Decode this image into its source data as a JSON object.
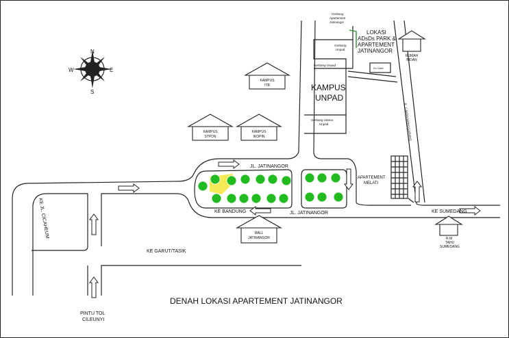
{
  "map": {
    "title": "DENAH LOKASI APARTEMENT JATINANGOR",
    "compass": {
      "north": "N",
      "south": "S",
      "east": "E",
      "west": "W"
    },
    "roads": {
      "jl_jatinangor_top": "JL. JATINANGOR",
      "jl_jatinangor_bottom": "JL. JATINANGOR",
      "ke_bandung": "KE BANDUNG",
      "ke_sumedang": "KE SUMEDANG",
      "ke_garut_tasik": "KE GARUT/TASIK",
      "ke_jl_cicaheum": "KE JL. CICAHEUM",
      "jl_caraka": "JL. CAKRA MANGGARANG",
      "pintu_tol_1": "PINTU TOL",
      "pintu_tol_2": "CILEUNYI"
    },
    "campus": {
      "label1": "KAMPUS",
      "label2": "UNPAD",
      "gerbang_apartemen_1": "Gerbang",
      "gerbang_apartemen_2": "Apartement",
      "gerbang_apartemen_3": "Jatinangor",
      "gerbang_unpad_top_1": "Gerbang",
      "gerbang_unpad_top_2": "Unpad",
      "gerbang_unpad_mid": "Gerbang Unpad",
      "gerbang_utama_1": "Gerbang Utama",
      "gerbang_utama_2": "Unpad",
      "kn_gate": "Kn Gate"
    },
    "lokasi": {
      "line1": "LOKASI",
      "line2": "ADsDs PARK &",
      "line3": "APARTEMENT",
      "line4": "JATINANGOR"
    },
    "buildings": {
      "kampus_itb_1": "KAMPUS",
      "kampus_itb_2": "ITB",
      "kampus_stpdn_1": "KAMPUS",
      "kampus_stpdn_2": "STPDN",
      "kampus_ikopin_1": "KAMPUS",
      "kampus_ikopin_2": "IKOPIN",
      "rumah_bidan_1": "RUMAH",
      "rumah_bidan_2": "BIDAN",
      "mall_1": "MALL",
      "mall_2": "JATINANGOR",
      "rs_1": "R.M",
      "rs_2": "TAHU",
      "rs_3": "SUMEDANG",
      "apartemen_1": "APARTEMENT",
      "apartemen_2": "MELATI"
    },
    "colors": {
      "line": "#222222",
      "tree_fill": "#22bb22",
      "highlight": "#f5e63a",
      "lokasi_line": "#2e8b2e",
      "arrow_fill": "#ffffff"
    }
  }
}
